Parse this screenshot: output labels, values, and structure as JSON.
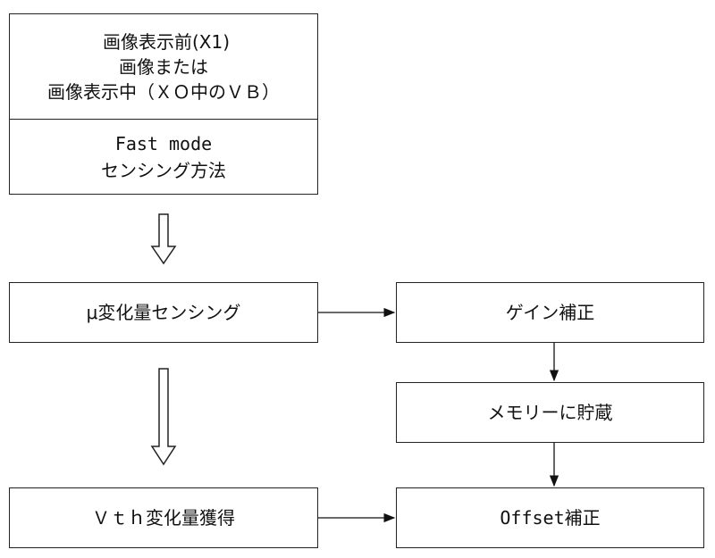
{
  "top_box": {
    "lines": [
      "画像表示前(X1)",
      "画像または",
      "画像表示中（ＸＯ中のＶＢ）"
    ],
    "mode_label": "Fast mode",
    "method_label": "センシング方法"
  },
  "boxes": {
    "mu_sensing": "μ変化量センシング",
    "gain_correction": "ゲイン補正",
    "memory_store": "メモリーに貯蔵",
    "vth_acquire": "Ｖｔｈ変化量獲得",
    "offset_correction": "Offset補正"
  }
}
